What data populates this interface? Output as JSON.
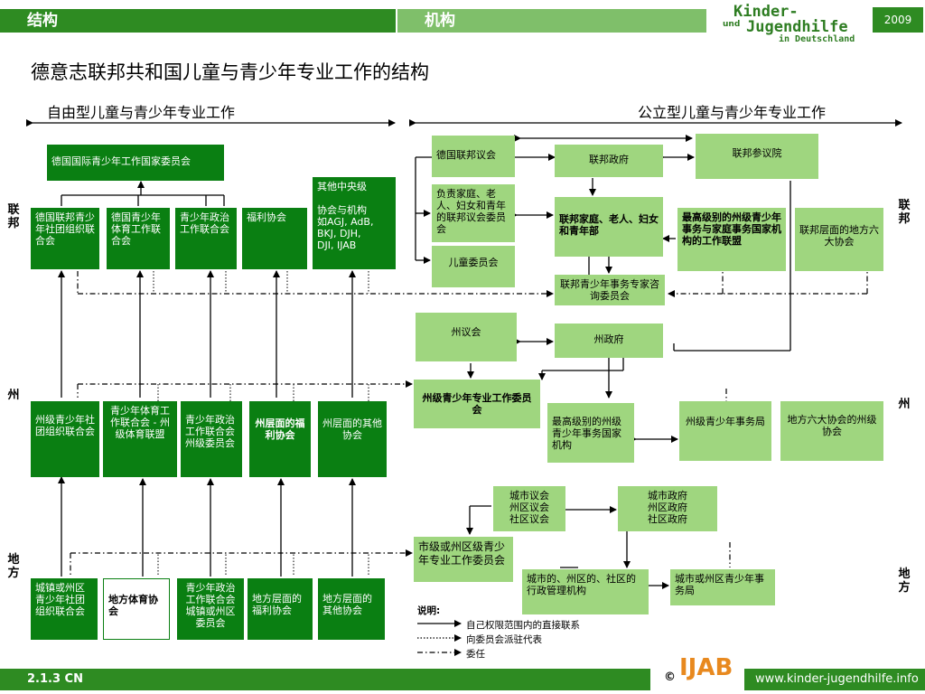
{
  "header": {
    "left_label": "结构",
    "right_label": "机构",
    "year": "2009"
  },
  "logo": {
    "line1": "Kinder-",
    "und": "und",
    "line2": "Jugendhilfe",
    "line3": "in Deutschland"
  },
  "title": "德意志联邦共和国儿童与青少年专业工作的结构",
  "sections": {
    "free": "自由型儿童与青少年专业工作",
    "public": "公立型儿童与青少年专业工作"
  },
  "levels": {
    "federal": "联邦",
    "state": "州",
    "local": "地方"
  },
  "boxes": {
    "dnk": "德国国际青少年工作国家委员会",
    "f_youth_assoc": "德国联邦青少年社团组织联合会",
    "f_sport": "德国青少年体育工作联合会",
    "f_political": "青少年政治工作联合会",
    "f_welfare": "福利协会",
    "f_other": "其他中央级\n\n协会与机构\n如AGJ, AdB,\nBKJ, DJH,\nDJI, IJAB",
    "bundestag": "德国联邦议会",
    "bundesregierung": "联邦政府",
    "bundesrat": "联邦参议院",
    "bt_committee": "负责家庭、老人、妇女和青年的联邦议会委员会",
    "ministry": "联邦家庭、老人、妇女和青年部",
    "top_state_auth": "最高级别的州级青少年事务与家庭事务国家机构的工作联盟",
    "federal_six": "联邦层面的地方六大协会",
    "kinderkommission": "儿童委员会",
    "federal_board": "联邦青少年事务专家咨询委员会",
    "s_youth_assoc": "州级青少年社团组织联合会",
    "s_sport": "青少年体育工作联合会 - 州级体育联盟",
    "s_political": "青少年政治工作联合会州级委员会",
    "s_welfare": "州层面的福利协会",
    "s_other": "州层面的其他协会",
    "landtag": "州议会",
    "landesregierung": "州政府",
    "s_committee": "州级青少年专业工作委员会",
    "s_top_auth": "最高级别的州级青少年事务国家机构",
    "s_youth_office": "州级青少年事务局",
    "s_six": "地方六大协会的州级协会",
    "city_council": "城市议会\n州区议会\n社区议会",
    "city_gov": "城市政府\n州区政府\n社区政府",
    "l_committee": "市级或州区级青少年专业工作委员会",
    "l_admin": "城市的、州区的、社区的行政管理机构",
    "l_youth_office": "城市或州区青少年事务局",
    "l_youth_assoc": "城镇或州区青少年社团组织联合会",
    "l_sport": "地方体育协会",
    "l_political": "青少年政治工作联合会城镇或州区委员会",
    "l_welfare": "地方层面的福利协会",
    "l_other": "地方层面的其他协会"
  },
  "legend": {
    "title": "说明:",
    "solid": "自己权限范围内的直接联系",
    "dotted": "向委员会派驻代表",
    "dashdot": "委任"
  },
  "footer": {
    "code": "2.1.3 CN",
    "copyright": "©",
    "ijab": "IJAB",
    "url": "www.kinder-jugendhilfe.info"
  },
  "colors": {
    "dark_green": "#0a7f12",
    "light_green": "#9fd67f",
    "bar_green": "#2e8b22",
    "ijab_orange": "#e8891f"
  }
}
